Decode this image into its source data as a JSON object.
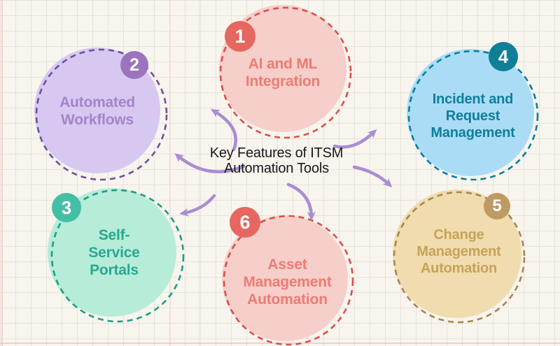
{
  "title": "Key Features of ITSM Automation Tools",
  "colors": {
    "background": "#f8f5ee",
    "grid": "#e7e3db",
    "margin_line": "#eec0ba",
    "arrow": "#a98dd3",
    "title_text": "#1a1a1a",
    "badge_number": "#ffffff"
  },
  "nodes": [
    {
      "number": "1",
      "label": "AI and ML Integration",
      "fill": "#f6cfca",
      "ring": "#dc4f47",
      "label_color": "#ee7b72",
      "badge": "#e66660"
    },
    {
      "number": "2",
      "label": "Automated Workflows",
      "fill": "#d7c8f1",
      "ring": "#6f4f9e",
      "label_color": "#a384cb",
      "badge": "#9c74bd"
    },
    {
      "number": "3",
      "label": "Self-Service Portals",
      "fill": "#b6ecd8",
      "ring": "#1b9e84",
      "label_color": "#29a98e",
      "badge": "#44bfa6"
    },
    {
      "number": "4",
      "label": "Incident and Request Management",
      "fill": "#aadcf6",
      "ring": "#0c7e9d",
      "label_color": "#0d7f9d",
      "badge": "#0e7f97"
    },
    {
      "number": "5",
      "label": "Change Management Automation",
      "fill": "#f0dcae",
      "ring": "#ab8451",
      "label_color": "#c8a258",
      "badge": "#bf9a62"
    },
    {
      "number": "6",
      "label": "Asset Management Automation",
      "fill": "#f6cfca",
      "ring": "#dc4f47",
      "label_color": "#ee7b72",
      "badge": "#e66660"
    }
  ]
}
